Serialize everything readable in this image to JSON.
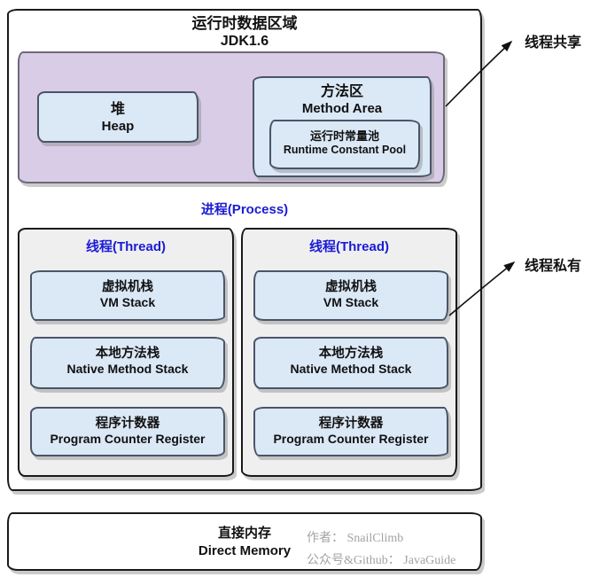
{
  "main": {
    "title_line1": "运行时数据区域",
    "title_line2": "JDK1.6",
    "process_label": "进程(Process)"
  },
  "shared_area": {
    "heap_zh": "堆",
    "heap_en": "Heap",
    "method_area_zh": "方法区",
    "method_area_en": "Method Area",
    "constant_pool_zh": "运行时常量池",
    "constant_pool_en": "Runtime Constant Pool"
  },
  "threads": [
    {
      "label": "线程(Thread)",
      "items": [
        {
          "zh": "虚拟机栈",
          "en": "VM Stack"
        },
        {
          "zh": "本地方法栈",
          "en": "Native Method Stack"
        },
        {
          "zh": "程序计数器",
          "en": "Program Counter Register"
        }
      ]
    },
    {
      "label": "线程(Thread)",
      "items": [
        {
          "zh": "虚拟机栈",
          "en": "VM Stack"
        },
        {
          "zh": "本地方法栈",
          "en": "Native Method Stack"
        },
        {
          "zh": "程序计数器",
          "en": "Program Counter Register"
        }
      ]
    }
  ],
  "annotations": {
    "thread_shared": "线程共享",
    "thread_private": "线程私有"
  },
  "direct_memory": {
    "zh": "直接内存",
    "en": "Direct Memory"
  },
  "watermark": {
    "author": "作者： SnailClimb",
    "account": "公众号&Github： JavaGuide"
  },
  "colors": {
    "shared_fill": "#d8cce6",
    "node_fill": "#dbe8f6",
    "thread_fill": "#efefef",
    "accent_text": "#1b1bd6",
    "watermark_text": "#a3a3a3"
  }
}
